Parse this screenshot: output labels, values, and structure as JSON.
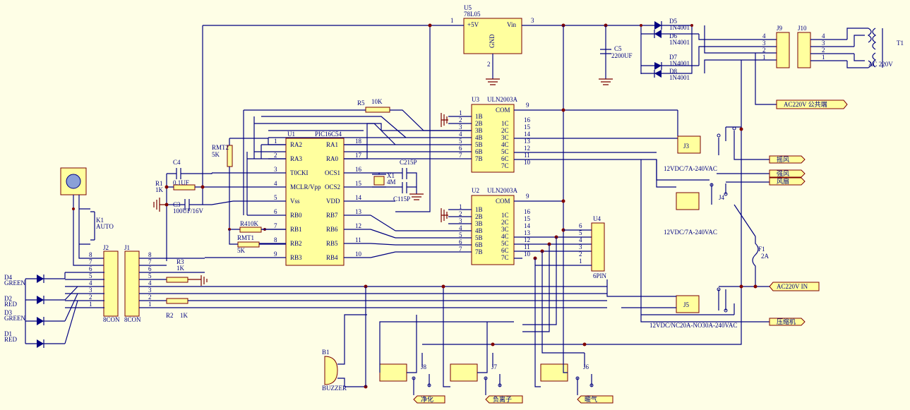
{
  "diagram": {
    "regulator": {
      "ref": "U5",
      "part": "78L05",
      "pin_in": "Vin",
      "pin_out": "+5V",
      "pin_gnd": "GND",
      "pins": [
        "1",
        "2",
        "3"
      ]
    },
    "capacitor_main": {
      "ref": "C5",
      "value": "2200UF"
    },
    "diodes": [
      {
        "ref": "D5",
        "part": "1N4001"
      },
      {
        "ref": "D6",
        "part": "1N4001"
      },
      {
        "ref": "D7",
        "part": "1N4001"
      },
      {
        "ref": "D8",
        "part": "1N4001"
      }
    ],
    "connectors": {
      "j9": "J9",
      "j10": "J10",
      "pins4": [
        "4",
        "3",
        "2",
        "1"
      ]
    },
    "transformer": {
      "ref": "T1",
      "label": "AC 220V"
    },
    "driver_u3": {
      "ref": "U3",
      "part": "ULN2003A",
      "com": "COM",
      "inputs": [
        "1B",
        "2B",
        "3B",
        "4B",
        "5B",
        "6B",
        "7B"
      ],
      "in_pins": [
        "1",
        "2",
        "3",
        "4",
        "5",
        "6",
        "7"
      ],
      "outputs": [
        "1C",
        "2C",
        "3C",
        "4C",
        "5C",
        "6C",
        "7C"
      ],
      "out_pins": [
        "16",
        "15",
        "14",
        "13",
        "12",
        "11",
        "10"
      ],
      "com_pin": "9"
    },
    "driver_u2": {
      "ref": "U2",
      "part": "ULN2003A",
      "com": "COM",
      "inputs": [
        "1B",
        "2B",
        "3B",
        "4B",
        "5B",
        "6B",
        "7B"
      ],
      "in_pins": [
        "1",
        "2",
        "3",
        "4",
        "5",
        "6",
        "7"
      ],
      "outputs": [
        "1C",
        "2C",
        "3C",
        "4C",
        "5C",
        "6C",
        "7C"
      ],
      "out_pins": [
        "16",
        "15",
        "14",
        "13",
        "12",
        "11",
        "10"
      ],
      "com_pin": "9"
    },
    "mcu": {
      "ref": "U1",
      "part": "PIC16C54",
      "left_pins": [
        "RA2",
        "RA3",
        "T0CKI",
        "MCLR/Vpp",
        "Vss",
        "RB0",
        "RB1",
        "RB2",
        "RB3"
      ],
      "left_nums": [
        "1",
        "2",
        "3",
        "4",
        "5",
        "6",
        "7",
        "8",
        "9"
      ],
      "right_pins": [
        "RA1",
        "RA0",
        "OCS1",
        "OCS2",
        "VDD",
        "RB7",
        "RB6",
        "RB5",
        "RB4"
      ],
      "right_nums": [
        "18",
        "17",
        "16",
        "15",
        "14",
        "13",
        "12",
        "11",
        "10"
      ]
    },
    "resistors": {
      "r5": "R5",
      "r5_val": "10K",
      "rmt2": "RMT2",
      "rmt2_val": "5K",
      "r1": "R1",
      "r1_val": "1K",
      "r4": "R410K",
      "rmt1": "RMT1",
      "rmt1_val": "5K",
      "r3": "R3",
      "r3_val": "1K",
      "r2": "R2",
      "r2_val": "1K"
    },
    "caps": {
      "c4": "C4",
      "c4_val": "0.1UF",
      "c3": "C3",
      "c3_val": "100UF/16V",
      "c2": "C215P",
      "c1": "C115P"
    },
    "crystal": {
      "ref": "X1",
      "val": "4M"
    },
    "switch": {
      "ref": "K1",
      "label": "AUTO"
    },
    "header_j2": {
      "ref": "J2",
      "type": "8CON",
      "pins": [
        "8",
        "7",
        "6",
        "5",
        "4",
        "3",
        "2",
        "1"
      ]
    },
    "header_j1": {
      "ref": "J1",
      "type": "8CON",
      "pins": [
        "8",
        "7",
        "6",
        "5",
        "4",
        "3",
        "2",
        "1"
      ]
    },
    "leds": [
      {
        "ref": "D4",
        "color": "GREEN"
      },
      {
        "ref": "D2",
        "color": "RED"
      },
      {
        "ref": "D3",
        "color": "GREEN"
      },
      {
        "ref": "D1",
        "color": "RED"
      }
    ],
    "u4": {
      "ref": "U4",
      "type": "6PIN",
      "pins": [
        "6",
        "5",
        "4",
        "3",
        "2",
        "1"
      ]
    },
    "relays": {
      "j3": "J3",
      "j4": "J4",
      "j5": "J5",
      "j6": "J6",
      "j7": "J7",
      "j8": "J8",
      "rating_a": "12VDC/7A-240VAC",
      "rating_b": "12VDC/7A-240VAC",
      "rating_c": "12VDC/NC20A-NO30A-240VAC"
    },
    "fuse": {
      "ref": "F1",
      "val": "2A"
    },
    "buzzer": {
      "ref": "B1",
      "label": "BUZZER"
    },
    "nets": {
      "ac_common": "AC220V 公共端",
      "ac_in": "AC220V IN",
      "fan_swing": "摇风",
      "fan_strong": "强风",
      "fan_weak": "风扇",
      "compressor": "压缩机",
      "purify": "净化",
      "ion": "负离子",
      "heat": "暖气"
    }
  }
}
